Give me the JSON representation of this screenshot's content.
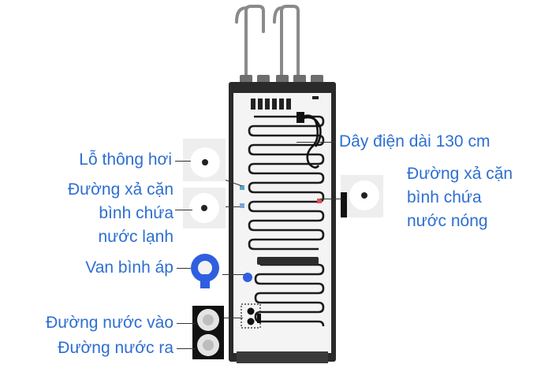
{
  "labels": {
    "power_cord": "Dây điện dài 130 cm",
    "hot_drain_1": "Đường xả cặn",
    "hot_drain_2": "bình chứa",
    "hot_drain_3": "nước nóng",
    "air_vent": "Lỗ thông hơi",
    "cold_drain_1": "Đường xả cặn",
    "cold_drain_2": "bình chứa",
    "cold_drain_3": "nước lạnh",
    "pressure_valve": "Van bình áp",
    "water_inlet": "Đường nước vào",
    "water_outlet": "Đường nước ra"
  },
  "colors": {
    "label_text": "#2d6fd1",
    "cabinet_back": "#f4f4f4",
    "cabinet_frame": "#2a2a2a",
    "coil": "#1c1c1c",
    "valve_blue": "#2f5fe0",
    "leader_line": "#333333"
  },
  "icons": [
    "faucet-icon",
    "power-cord-icon",
    "condenser-coil-icon",
    "pressure-valve-icon",
    "water-port-icon",
    "vent-icon"
  ]
}
